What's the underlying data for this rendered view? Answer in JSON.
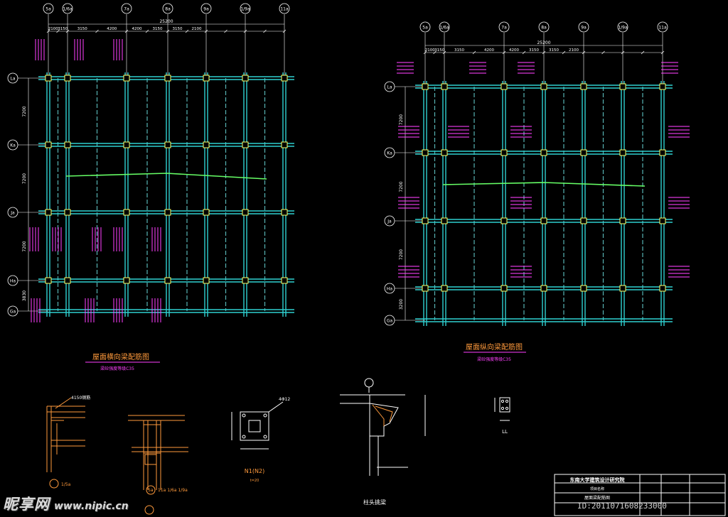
{
  "plans": [
    {
      "title": "屋面横向梁配筋图",
      "subtitle": "梁砼强度等级C35",
      "axes_x": [
        "5a",
        "1/6a",
        "7a",
        "8a",
        "9a",
        "1/9a",
        "11a"
      ],
      "axes_y": [
        "La",
        "Ka",
        "Ja",
        "Ha",
        "Ga"
      ],
      "spans_x": [
        "2100",
        "3150",
        "3150",
        "4200",
        "4200",
        "3150",
        "3150",
        "2100"
      ],
      "total": "25200",
      "spans_y": [
        "7200",
        "7200",
        "7200",
        "3830"
      ]
    },
    {
      "title": "屋面纵向梁配筋图",
      "subtitle": "梁砼强度等级C35",
      "axes_x": [
        "5a",
        "1/6a",
        "7a",
        "8a",
        "9a",
        "1/9a",
        "11a"
      ],
      "axes_y": [
        "La",
        "Ka",
        "Ja",
        "Ha",
        "Ga"
      ],
      "spans_x": [
        "2100",
        "3150",
        "3150",
        "4200",
        "4200",
        "3150",
        "3150",
        "2100"
      ],
      "total": "25200",
      "spans_y": [
        "7200",
        "7200",
        "7200",
        "3200"
      ]
    }
  ],
  "details": {
    "d1_note": "4150钢筋",
    "d1_label": "1/5a",
    "d2_label": "5a",
    "d2_label2": "11a  1/6a  1/9a",
    "plate_label": "N1(N2)",
    "plate_sub": "t=20",
    "plate_note": "4Φ12",
    "cap_title": "柱头挑梁",
    "ll_label": "LL"
  },
  "title_block": {
    "company": "东南大学建筑设计研究院",
    "row2": "屋面梁配筋图",
    "row3": "项目名称"
  },
  "watermark": {
    "site": "昵享网",
    "url": "www.nipic.cn",
    "id": "ID:2011071608233000"
  },
  "colors": {
    "bg": "#000000",
    "grid": "#2fd0d0",
    "axis": "#ffffff",
    "beam": "#6fe0e0",
    "label": "#ff40ff",
    "detail": "#ff9a3c",
    "hilite": "#66ff66"
  }
}
